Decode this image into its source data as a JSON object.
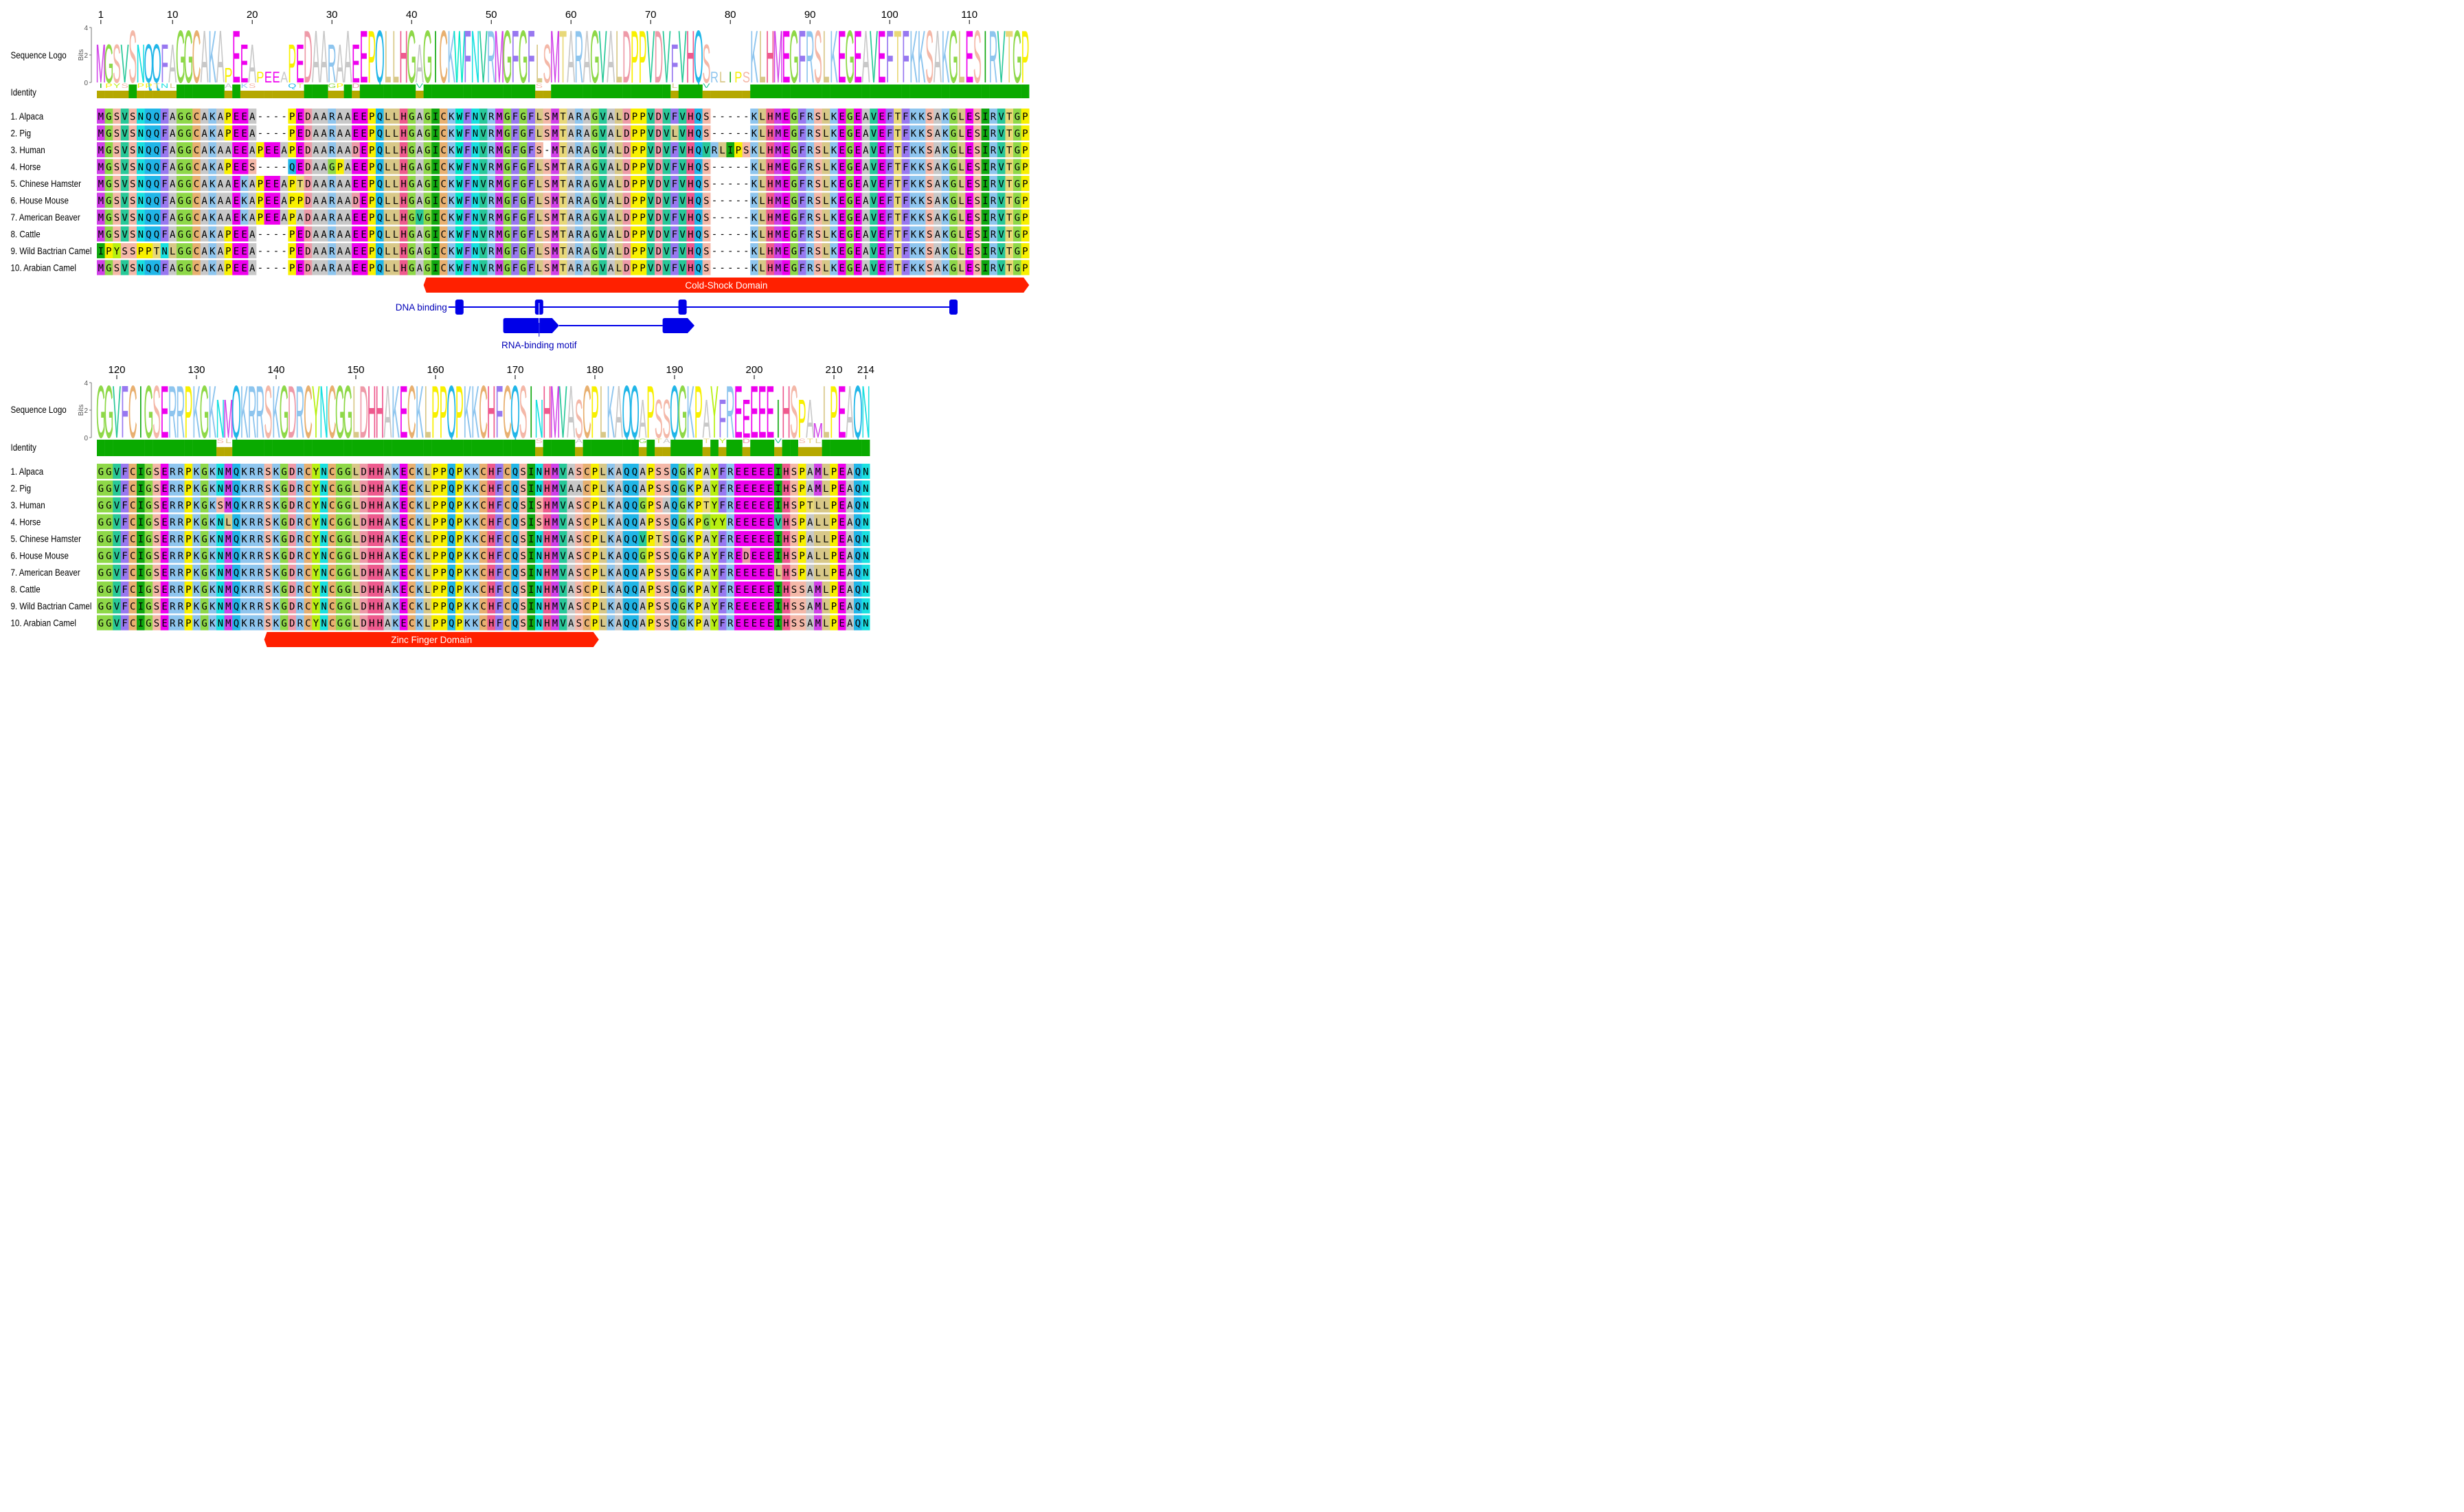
{
  "figure": {
    "row_labels": {
      "logo": "Sequence Logo",
      "identity": "Identity",
      "bits_axis": "Bits",
      "bits_ticks": [
        "4",
        "2",
        "0"
      ]
    },
    "sequences": [
      {
        "label": "1. Alpaca",
        "seq": "MGSVSNQQFAGGCAKAPEEA----PEDAARAAEEPQLLHGAGICKWFNVRMGFGFLSMTARAGVALDPPVDVFVHQS-----KLHMEGFRSLKEGEAVEFTFKKSAKGLESIRVTGPGGVFCIGSERRPKGKNMQKRRSKGDRCYNCGGLDHHAKECKLPPQPKKCHFCQSINHMVASCPLKAQQAPSSQGKPAYFREEEEEIHSPAMLPEAQN"
      },
      {
        "label": "2. Pig",
        "seq": "MGSVSNQQFAGGCAKAPEEA----PEDAARAAEEPQLLHGAGICKWFNVRMGFGFLSMTARAGVALDPPVDVLVHQS-----KLHMEGFRSLKEGEAVEFTFKKSAKGLESIRVTGPGGVFCIGSERRPKGKNMQKRRSKGDRCYNCGGLDHHAKECKLPPQPKKCHFCQSINHMVAACPLKAQQAPSSQGKPAYFREEEEEIHSPAMLPEAQN"
      },
      {
        "label": "3. Human",
        "seq": "MGSVSNQQFAGGCAKAAEEAPEEAPEDAARAADEPQLLHGAGICKWFNVRMGFGFS-MTARAGVALDPPVDVFVHQVRLIPSKLHMEGFRSLKEGEAVEFTFKKSAKGLESIRVTGPGGVFCIGSERRPKGKSMQKRRSKGDRCYNCGGLDHHAKECKLPPQPKKCHFCQSISHMVASCPLKAQQGPSAQGKPTYFREEEEEIHSPTLLPEAQN"
      },
      {
        "label": "4. Horse",
        "seq": "MGSVSNQQFAGGCAKAPEES----QEDAAGPAEEPQLLHGAGICKWFNVRMGFGFLSMTARAGVALDPPVDVFVHQS-----KLHMEGFRSLKEGEAVEFTFKKSAKGLESIRVTGPGGVFCIGSERRPKGKNLQKRRSKGDRCYNCGGLDHHAKECKLPPQPKKCHFCQSISHMVASCPLKAQQAPSSQGKPGYYREEEEEVHSPALLPEAQN"
      },
      {
        "label": "5. Chinese Hamster",
        "seq": "MGSVSNQQFAGGCAKAAEKAPEEAPTDAARAAEEPQLLHGAGICKWFNVRMGFGFLSMTARAGVALDPPVDVFVHQS-----KLHMEGFRSLKEGEAVEFTFKKSAKGLESIRVTGPGGVFCIGSERRPKGKNMQKRRSKGDRCYNCGGLDHHAKECKLPPQPKKCHFCQSINHMVASCPLKAQQVPTSQGKPAYFREEEEEIHSPALLPEAQN"
      },
      {
        "label": "6. House Mouse",
        "seq": "MGSVSNQQFAGGCAKAAEKAPEEAPPDAARAADEPQLLHGAGICKWFNVRMGFGFLSMTARAGVALDPPVDVFVHQS-----KLHMEGFRSLKEGEAVEFTFKKSAKGLESIRVTGPGGVFCIGSERRPKGKNMQKRRSKGDRCYNCGGLDHHAKECKLPPQPKKCHFCQSINHMVASCPLKAQQGPSSQGKPAYFREDEEEIHSPALLPEAQN"
      },
      {
        "label": "7. American Beaver",
        "seq": "MGSVSNQQFAGGCAKAAEKAPEEAPADAARAAEEPQLLHGVGICKWFNVRMGFGFLSMTARAGVALDPPVDVFVHQS-----KLHMEGFRSLKEGEAVEFTFKKSAKGLESIRVTGPGGVFCIGSERRPKGKNMQKRRSKGDRCYNCGGLDHHAKECKLPPQPKKCHFCQSINHMVASCPLKAQQAPSSQGKPAYFREEEEELHSPALLPEAQN"
      },
      {
        "label": "8. Cattle",
        "seq": "MGSVSNQQFAGGCAKAPEEA----PEDAARAAEEPQLLHGAGICKWFNVRMGFGFLSMTARAGVALDPPVDVFVHQS-----KLHMEGFRSLKEGEAVEFTFKKSAKGLESIRVTGPGGVFCIGSERRPKGKNMQKRRSKGDRCYNCGGLDHHAKECKLPPQPKKCHFCQSINHMVASCPLKAQQAPSSQGKPAYFREEEEEIHSSAMLPEAQN"
      },
      {
        "label": "9. Wild Bactrian Camel",
        "seq": "IPYSSPPTNLGGCAKAPEEA----PEDAARAAEEPQLLHGAGICKWFNVRMGFGFLSMTARAGVALDPPVDVFVHQS-----KLHMEGFRSLKEGEAVEFTFKKSAKGLESIRVTGPGGVFCIGSERRPKGKNMQKRRSKGDRCYNCGGLDHHAKECKLPPQPKKCHFCQSINHMVASCPLKAQQAPSSQGKPAYFREEEEEIHSSAMLPEAQN"
      },
      {
        "label": "10. Arabian Camel",
        "seq": "MGSVSNQQFAGGCAKAPEEA----PEDAARAAEEPQLLHGAGICKWFNVRMGFGFLSMTARAGVALDPPVDVFVHQS-----KLHMEGFRSLKEGEAVEFTFKKSAKGLESIRVTGPGGVFCIGSERRPKGKNMQKRRSKGDRCYNCGGLDHHAKECKLPPQPKKCHFCQSINHMVASCPLKAQQAPSSQGKPAYFREEEEEIHSSAMLPEAQN"
      }
    ],
    "blocks": [
      {
        "start": 1,
        "end": 117,
        "ruler_labels": [
          {
            "text": "1",
            "pos": 1
          },
          {
            "text": "10",
            "pos": 10
          },
          {
            "text": "20",
            "pos": 20
          },
          {
            "text": "30",
            "pos": 30
          },
          {
            "text": "40",
            "pos": 40
          },
          {
            "text": "50",
            "pos": 50
          },
          {
            "text": "60",
            "pos": 60
          },
          {
            "text": "70",
            "pos": 70
          },
          {
            "text": "80",
            "pos": 80
          },
          {
            "text": "90",
            "pos": 90
          },
          {
            "text": "100",
            "pos": 100
          },
          {
            "text": "110",
            "pos": 110
          }
        ],
        "domains": [
          {
            "label": "Cold-Shock Domain",
            "start": 42,
            "end": 117
          }
        ],
        "sites": {
          "label": "DNA binding",
          "span": [
            46,
            108
          ],
          "points": [
            46,
            56,
            74,
            108
          ]
        },
        "motif": {
          "label": "RNA-binding motif",
          "segments": [
            [
              52,
              58
            ],
            [
              72,
              75
            ]
          ],
          "label_pos": 56
        }
      },
      {
        "start": 118,
        "end": 214,
        "ruler_labels": [
          {
            "text": "120",
            "pos": 120
          },
          {
            "text": "130",
            "pos": 130
          },
          {
            "text": "140",
            "pos": 140
          },
          {
            "text": "150",
            "pos": 150
          },
          {
            "text": "160",
            "pos": 160
          },
          {
            "text": "170",
            "pos": 170
          },
          {
            "text": "180",
            "pos": 180
          },
          {
            "text": "190",
            "pos": 190
          },
          {
            "text": "200",
            "pos": 200
          },
          {
            "text": "210",
            "pos": 210
          },
          {
            "text": "214",
            "pos": 214
          }
        ],
        "domains": [
          {
            "label": "Zinc Finger Domain",
            "start": 139,
            "end": 180
          }
        ],
        "sites": null,
        "motif": null
      }
    ],
    "residue_colors": {
      "A": "#c8c8c8",
      "R": "#8ec5ee",
      "N": "#19e0e0",
      "D": "#ee9aa8",
      "C": "#e8b070",
      "Q": "#21b6e8",
      "E": "#ee00ee",
      "G": "#8ed848",
      "H": "#ee5a8e",
      "I": "#10a810",
      "L": "#d8c888",
      "K": "#8ec5ee",
      "M": "#d040e8",
      "F": "#9878f0",
      "P": "#f8f000",
      "S": "#f4b8a8",
      "T": "#e8d878",
      "W": "#00e8c8",
      "Y": "#b8f010",
      "V": "#28c898",
      "-": "#ffffff"
    },
    "identity_colors": {
      "full": "#0aaa00",
      "partial": "#b5a800",
      "low": "#e00000"
    },
    "annotation_colors": {
      "domain": "#ff2000",
      "site": "#0000e8",
      "site_label": "#0000b8",
      "domain_text": "#ffffff"
    }
  }
}
